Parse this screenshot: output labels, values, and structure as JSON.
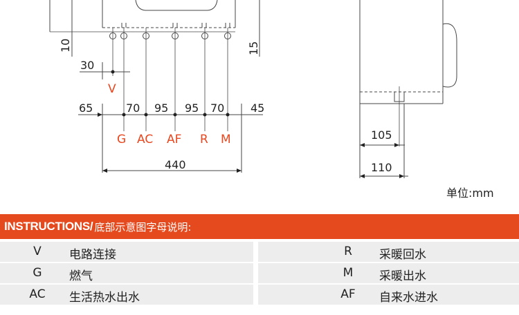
{
  "diagram": {
    "left_dimensions": {
      "vertical_10": "10",
      "vertical_15": "15",
      "offset_30": "30",
      "spacing_65": "65",
      "spacing_70a": "70",
      "spacing_95a": "95",
      "spacing_95b": "95",
      "spacing_70b": "70",
      "spacing_45": "45",
      "total_width": "440"
    },
    "connection_labels": {
      "v": "V",
      "g": "G",
      "ac": "AC",
      "af": "AF",
      "r": "R",
      "m": "M"
    },
    "right_dimensions": {
      "depth_105": "105",
      "depth_110": "110"
    },
    "connection_label_color": "#e8471f"
  },
  "unit_label": "单位:mm",
  "instructions": {
    "title": "INSTRUCTIONS/",
    "subtitle": "底部示意图字母说明:",
    "bar_color": "#e54a1e",
    "rows": [
      {
        "left": {
          "code": "V",
          "desc": "电路连接"
        },
        "right": {
          "code": "R",
          "desc": "采暖回水"
        }
      },
      {
        "left": {
          "code": "G",
          "desc": "燃气"
        },
        "right": {
          "code": "M",
          "desc": "采暖出水"
        }
      },
      {
        "left": {
          "code": "AC",
          "desc": "生活热水出水"
        },
        "right": {
          "code": "AF",
          "desc": "自来水进水"
        }
      }
    ]
  }
}
